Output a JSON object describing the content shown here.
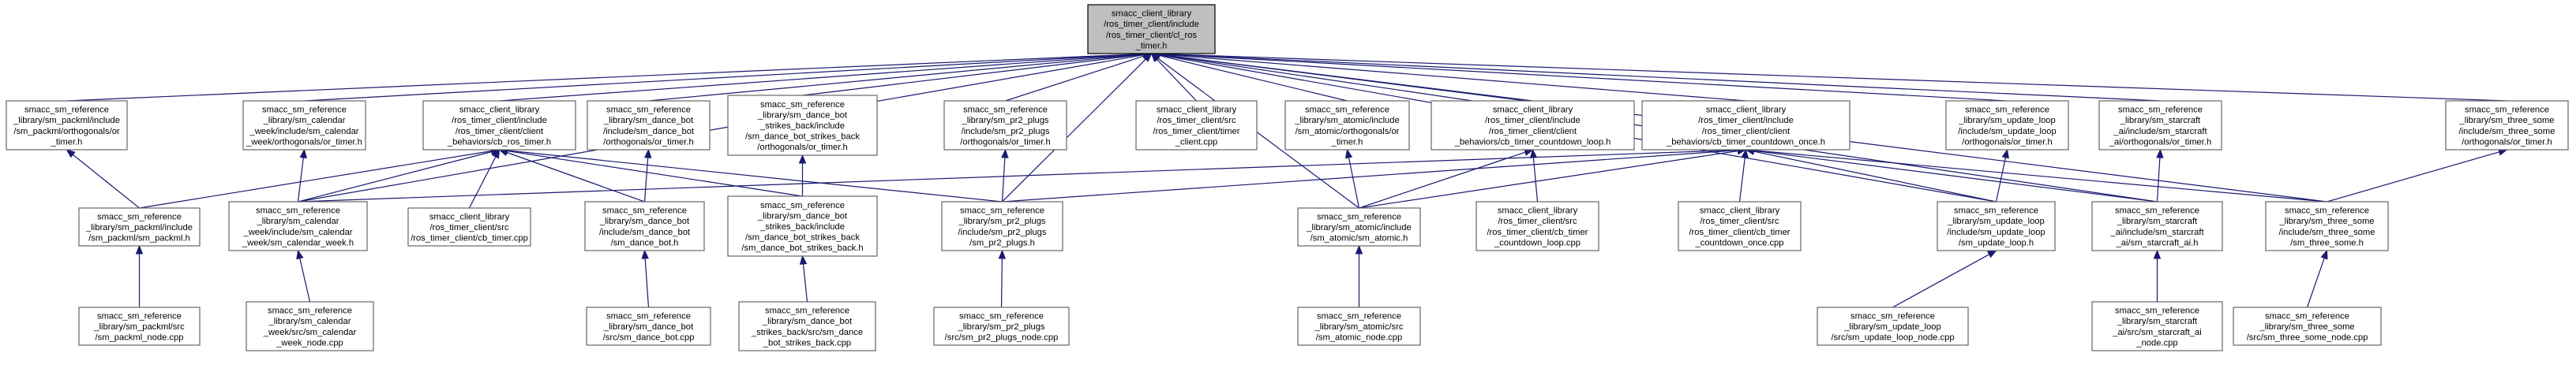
{
  "nodes": [
    {
      "id": "root",
      "lines": [
        "smacc_client_library",
        "/ros_timer_client/include",
        "/ros_timer_client/cl_ros",
        "_timer.h"
      ]
    },
    {
      "id": "n1",
      "lines": [
        "smacc_sm_reference",
        "_library/sm_packml/include",
        "/sm_packml/orthogonals/or",
        "_timer.h"
      ]
    },
    {
      "id": "n2",
      "lines": [
        "smacc_sm_reference",
        "_library/sm_calendar",
        "_week/include/sm_calendar",
        "_week/orthogonals/or_timer.h"
      ]
    },
    {
      "id": "n3",
      "lines": [
        "smacc_client_library",
        "/ros_timer_client/include",
        "/ros_timer_client/client",
        "_behaviors/cb_ros_timer.h"
      ]
    },
    {
      "id": "n4",
      "lines": [
        "smacc_sm_reference",
        "_library/sm_dance_bot",
        "/include/sm_dance_bot",
        "/orthogonals/or_timer.h"
      ]
    },
    {
      "id": "n5",
      "lines": [
        "smacc_sm_reference",
        "_library/sm_dance_bot",
        "_strikes_back/include",
        "/sm_dance_bot_strikes_back",
        "/orthogonals/or_timer.h"
      ]
    },
    {
      "id": "n6",
      "lines": [
        "smacc_sm_reference",
        "_library/sm_pr2_plugs",
        "/include/sm_pr2_plugs",
        "/orthogonals/or_timer.h"
      ]
    },
    {
      "id": "n7",
      "lines": [
        "smacc_client_library",
        "/ros_timer_client/src",
        "/ros_timer_client/timer",
        "_client.cpp"
      ]
    },
    {
      "id": "n8",
      "lines": [
        "smacc_sm_reference",
        "_library/sm_atomic/include",
        "/sm_atomic/orthogonals/or",
        "_timer.h"
      ]
    },
    {
      "id": "n9",
      "lines": [
        "smacc_client_library",
        "/ros_timer_client/include",
        "/ros_timer_client/client",
        "_behaviors/cb_timer_countdown_loop.h"
      ]
    },
    {
      "id": "n10",
      "lines": [
        "smacc_client_library",
        "/ros_timer_client/include",
        "/ros_timer_client/client",
        "_behaviors/cb_timer_countdown_once.h"
      ]
    },
    {
      "id": "n11",
      "lines": [
        "smacc_sm_reference",
        "_library/sm_update_loop",
        "/include/sm_update_loop",
        "/orthogonals/or_timer.h"
      ]
    },
    {
      "id": "n12",
      "lines": [
        "smacc_sm_reference",
        "_library/sm_starcraft",
        "_ai/include/sm_starcraft",
        "_ai/orthogonals/or_timer.h"
      ]
    },
    {
      "id": "n13",
      "lines": [
        "smacc_sm_reference",
        "_library/sm_three_some",
        "/include/sm_three_some",
        "/orthogonals/or_timer.h"
      ]
    },
    {
      "id": "m1",
      "lines": [
        "smacc_sm_reference",
        "_library/sm_packml/include",
        "/sm_packml/sm_packml.h"
      ]
    },
    {
      "id": "m2",
      "lines": [
        "smacc_sm_reference",
        "_library/sm_calendar",
        "_week/include/sm_calendar",
        "_week/sm_calendar_week.h"
      ]
    },
    {
      "id": "m3",
      "lines": [
        "smacc_client_library",
        "/ros_timer_client/src",
        "/ros_timer_client/cb_timer.cpp"
      ]
    },
    {
      "id": "m4",
      "lines": [
        "smacc_sm_reference",
        "_library/sm_dance_bot",
        "/include/sm_dance_bot",
        "/sm_dance_bot.h"
      ]
    },
    {
      "id": "m5",
      "lines": [
        "smacc_sm_reference",
        "_library/sm_dance_bot",
        "_strikes_back/include",
        "/sm_dance_bot_strikes_back",
        "/sm_dance_bot_strikes_back.h"
      ]
    },
    {
      "id": "m6",
      "lines": [
        "smacc_sm_reference",
        "_library/sm_pr2_plugs",
        "/include/sm_pr2_plugs",
        "/sm_pr2_plugs.h"
      ]
    },
    {
      "id": "m7",
      "lines": [
        "smacc_sm_reference",
        "_library/sm_atomic/include",
        "/sm_atomic/sm_atomic.h"
      ]
    },
    {
      "id": "m8",
      "lines": [
        "smacc_client_library",
        "/ros_timer_client/src",
        "/ros_timer_client/cb_timer",
        "_countdown_loop.cpp"
      ]
    },
    {
      "id": "m9",
      "lines": [
        "smacc_client_library",
        "/ros_timer_client/src",
        "/ros_timer_client/cb_timer",
        "_countdown_once.cpp"
      ]
    },
    {
      "id": "m10",
      "lines": [
        "smacc_sm_reference",
        "_library/sm_update_loop",
        "/include/sm_update_loop",
        "/sm_update_loop.h"
      ]
    },
    {
      "id": "m11",
      "lines": [
        "smacc_sm_reference",
        "_library/sm_starcraft",
        "_ai/include/sm_starcraft",
        "_ai/sm_starcraft_ai.h"
      ]
    },
    {
      "id": "m12",
      "lines": [
        "smacc_sm_reference",
        "_library/sm_three_some",
        "/include/sm_three_some",
        "/sm_three_some.h"
      ]
    },
    {
      "id": "b1",
      "lines": [
        "smacc_sm_reference",
        "_library/sm_packml/src",
        "/sm_packml_node.cpp"
      ]
    },
    {
      "id": "b2",
      "lines": [
        "smacc_sm_reference",
        "_library/sm_calendar",
        "_week/src/sm_calendar",
        "_week_node.cpp"
      ]
    },
    {
      "id": "b3",
      "lines": [
        "smacc_sm_reference",
        "_library/sm_dance_bot",
        "/src/sm_dance_bot.cpp"
      ]
    },
    {
      "id": "b4",
      "lines": [
        "smacc_sm_reference",
        "_library/sm_dance_bot",
        "_strikes_back/src/sm_dance",
        "_bot_strikes_back.cpp"
      ]
    },
    {
      "id": "b5",
      "lines": [
        "smacc_sm_reference",
        "_library/sm_pr2_plugs",
        "/src/sm_pr2_plugs_node.cpp"
      ]
    },
    {
      "id": "b6",
      "lines": [
        "smacc_sm_reference",
        "_library/sm_atomic/src",
        "/sm_atomic_node.cpp"
      ]
    },
    {
      "id": "b7",
      "lines": [
        "smacc_sm_reference",
        "_library/sm_update_loop",
        "/src/sm_update_loop_node.cpp"
      ]
    },
    {
      "id": "b8",
      "lines": [
        "smacc_sm_reference",
        "_library/sm_starcraft",
        "_ai/src/sm_starcraft_ai",
        "_node.cpp"
      ]
    },
    {
      "id": "b9",
      "lines": [
        "smacc_sm_reference",
        "_library/sm_three_some",
        "/src/sm_three_some_node.cpp"
      ]
    }
  ],
  "edges": [
    [
      "root",
      "n1"
    ],
    [
      "root",
      "n2"
    ],
    [
      "root",
      "n3"
    ],
    [
      "root",
      "n4"
    ],
    [
      "root",
      "n5"
    ],
    [
      "root",
      "n6"
    ],
    [
      "root",
      "n7"
    ],
    [
      "root",
      "n8"
    ],
    [
      "root",
      "n9"
    ],
    [
      "root",
      "n10"
    ],
    [
      "root",
      "n11"
    ],
    [
      "root",
      "n12"
    ],
    [
      "root",
      "n13"
    ],
    [
      "root",
      "m2"
    ],
    [
      "root",
      "m6"
    ],
    [
      "root",
      "m7"
    ],
    [
      "root",
      "m10"
    ],
    [
      "root",
      "m11"
    ],
    [
      "root",
      "m12"
    ],
    [
      "n1",
      "m1"
    ],
    [
      "n2",
      "m2"
    ],
    [
      "n4",
      "m4"
    ],
    [
      "n5",
      "m5"
    ],
    [
      "n6",
      "m6"
    ],
    [
      "n8",
      "m7"
    ],
    [
      "n11",
      "m10"
    ],
    [
      "n12",
      "m11"
    ],
    [
      "n13",
      "m12"
    ],
    [
      "n3",
      "m1"
    ],
    [
      "n3",
      "m2"
    ],
    [
      "n3",
      "m3"
    ],
    [
      "n3",
      "m4"
    ],
    [
      "n3",
      "m5"
    ],
    [
      "n3",
      "m6"
    ],
    [
      "n9",
      "m7"
    ],
    [
      "n9",
      "m8"
    ],
    [
      "n10",
      "m2"
    ],
    [
      "n10",
      "m6"
    ],
    [
      "n10",
      "m7"
    ],
    [
      "n10",
      "m9"
    ],
    [
      "n10",
      "m10"
    ],
    [
      "n10",
      "m11"
    ],
    [
      "n10",
      "m12"
    ],
    [
      "m1",
      "b1"
    ],
    [
      "m2",
      "b2"
    ],
    [
      "m4",
      "b3"
    ],
    [
      "m5",
      "b4"
    ],
    [
      "m6",
      "b5"
    ],
    [
      "m7",
      "b6"
    ],
    [
      "m10",
      "b7"
    ],
    [
      "m11",
      "b8"
    ],
    [
      "m12",
      "b9"
    ]
  ]
}
